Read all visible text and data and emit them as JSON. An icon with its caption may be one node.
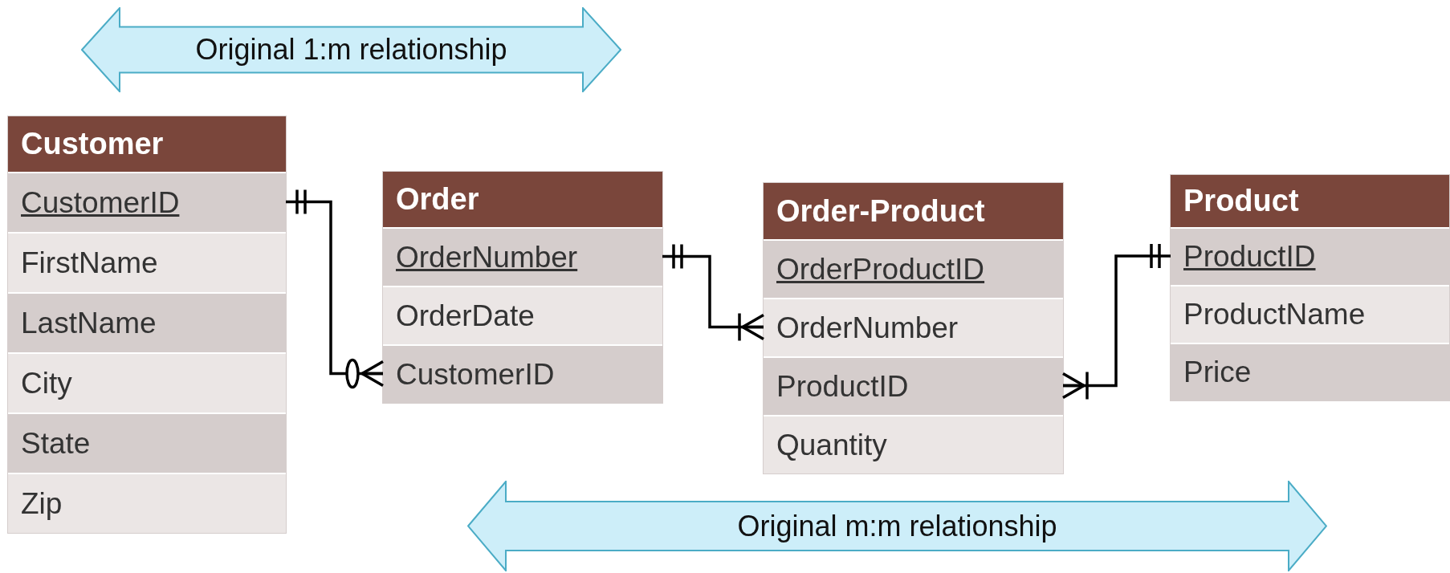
{
  "diagram": {
    "nodes": [
      {
        "text": [
          "Original 1:m relationship"
        ]
      },
      {
        "text": [
          "Customer"
        ]
      },
      {
        "text": [
          "CustomerID"
        ],
        "in": 1
      },
      {
        "text": [
          "FirstName"
        ],
        "in": 1
      },
      {
        "text": [
          "LastName"
        ],
        "in": 1
      },
      {
        "text": [
          "City"
        ],
        "in": 1
      },
      {
        "text": [
          "State"
        ],
        "in": 1
      },
      {
        "text": [
          "Zip"
        ],
        "in": 1
      },
      {
        "text": [
          "Order"
        ]
      },
      {
        "text": [
          "OrderNumber"
        ],
        "in": 8
      },
      {
        "text": [
          "OrderDate"
        ],
        "in": 8
      },
      {
        "text": [
          "CustomerID"
        ],
        "in": 8
      },
      {
        "text": [
          "Order-Product"
        ]
      },
      {
        "text": [
          "OrderProductID"
        ],
        "in": 12
      },
      {
        "text": [
          "OrderNumber"
        ],
        "in": 12
      },
      {
        "text": [
          "ProductID"
        ],
        "in": 12
      },
      {
        "text": [
          "Quantity"
        ],
        "in": 12
      },
      {
        "text": [
          "Product"
        ]
      },
      {
        "text": [
          "ProductID"
        ],
        "in": 17
      },
      {
        "text": [
          "ProductName"
        ],
        "in": 17
      },
      {
        "text": [
          "Price"
        ],
        "in": 17
      },
      {
        "text": [
          "Original m:m relationship"
        ]
      }
    ],
    "edges": [
      {
        "from": 2,
        "to": 11,
        "arrow": "other"
      },
      {
        "from": 9,
        "to": 14,
        "arrow": "other"
      },
      {
        "from": 18,
        "to": 15,
        "arrow": "other"
      }
    ]
  }
}
